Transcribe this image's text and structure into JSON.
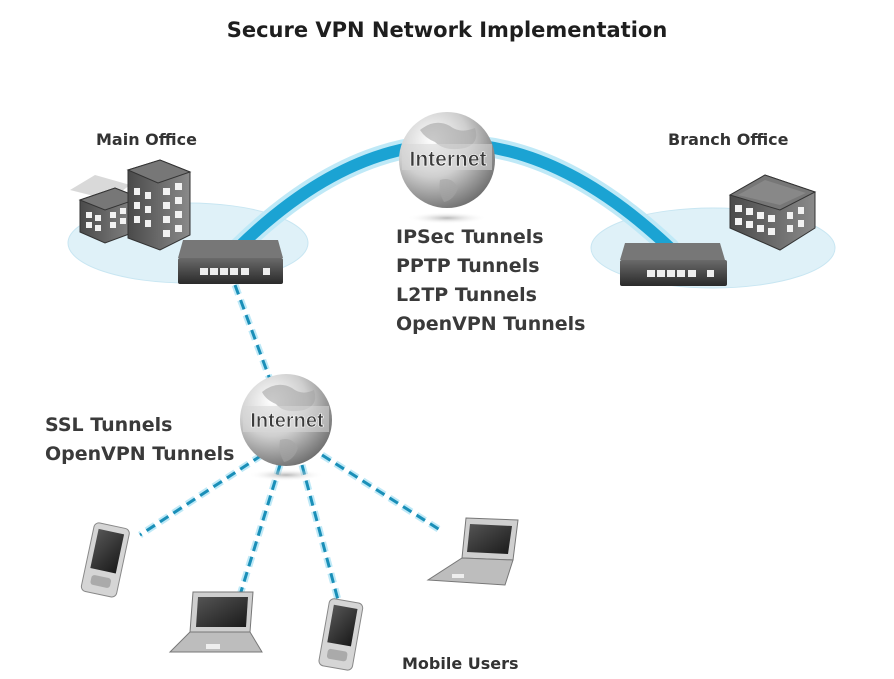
{
  "title": "Secure VPN Network Implementation",
  "sites": {
    "main_office": "Main Office",
    "branch_office": "Branch Office",
    "mobile_users": "Mobile Users"
  },
  "internet_labels": {
    "top": "Internet",
    "bottom": "Internet"
  },
  "site_to_site_tunnels": [
    "IPSec Tunnels",
    "PPTP Tunnels",
    "L2TP Tunnels",
    "OpenVPN Tunnels"
  ],
  "remote_access_tunnels": [
    "SSL Tunnels",
    "OpenVPN Tunnels"
  ],
  "colors": {
    "tunnel": "#1ba3d3",
    "tunnel_glow": "#bfe9f7",
    "office_zone": "#dff1f8",
    "router": "#3a3a3a",
    "globe": "#c9c9c9"
  },
  "devices": {
    "main_router": "router",
    "branch_router": "router",
    "mobile_devices": [
      "pda",
      "laptop",
      "pda",
      "laptop"
    ]
  }
}
